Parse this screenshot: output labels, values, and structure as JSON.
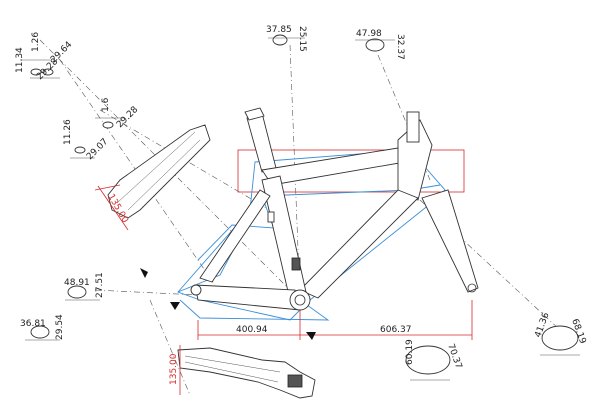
{
  "dimensions": {
    "top_left_a": "11.34",
    "top_left_b": "1.26",
    "top_left_c": "29.64",
    "top_left_d": "29.28",
    "seatstay_a": "1.6",
    "seatstay_b": "29.28",
    "seatstay_c": "11.26",
    "seatstay_d": "29.07",
    "seat_top_a": "37.85",
    "seat_top_b": "25.15",
    "head_top_a": "47.98",
    "head_top_b": "32.37",
    "red_vertical_upper": "135.00",
    "red_vertical_lower": "135.00",
    "dropout_a": "48.91",
    "dropout_b": "27.51",
    "bottom_left_a": "36.81",
    "bottom_left_b": "29.54",
    "chainstay_len": "400.94",
    "front_center": "606.37",
    "downtube_a": "60.19",
    "downtube_b": "70.37",
    "fork_a": "41.36",
    "fork_b": "68.19"
  },
  "colors": {
    "dimension_red": "#d42a2a",
    "frame_blue": "#3a8fd8",
    "line_dark": "#333333"
  }
}
